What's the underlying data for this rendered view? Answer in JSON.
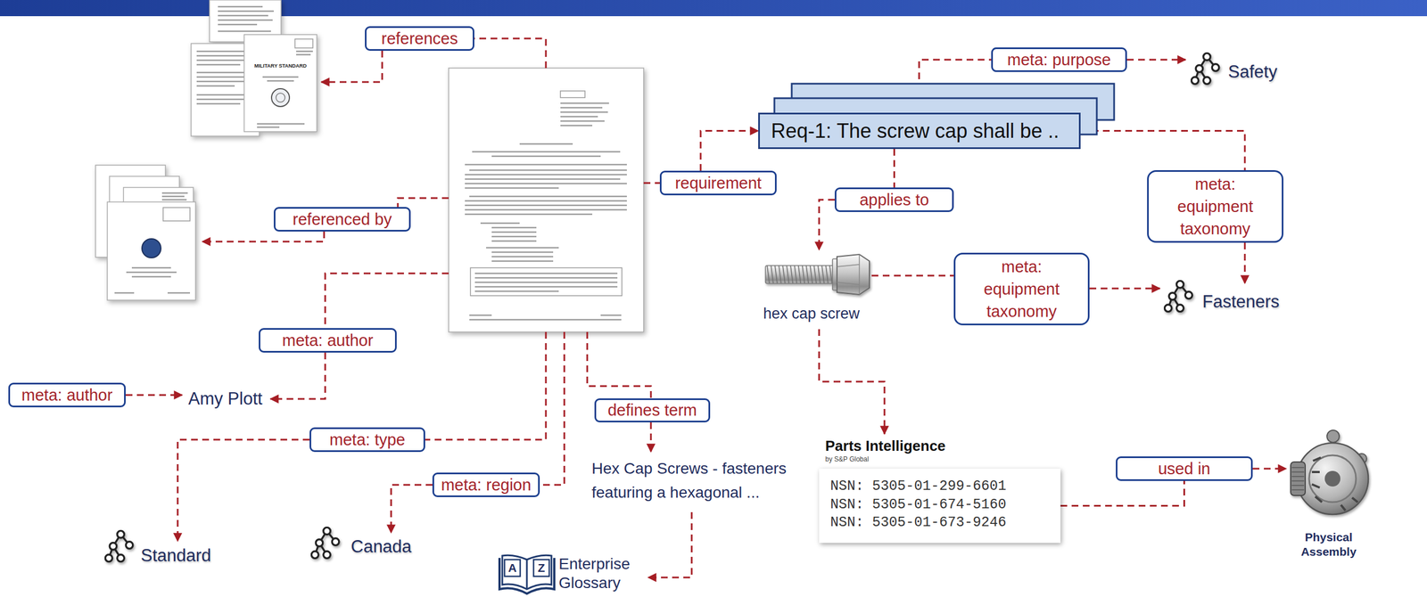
{
  "diagram": {
    "nodes": [
      {
        "text": [
          "references"
        ]
      },
      {
        "text": [
          "meta: purpose"
        ]
      },
      {
        "text": [
          "Req-1: The screw cap shall be .."
        ]
      },
      {
        "text": [
          "requirement"
        ]
      },
      {
        "text": [
          "applies to"
        ]
      },
      {
        "text": [
          "meta: equipment taxonomy"
        ]
      },
      {
        "text": [
          "referenced by"
        ]
      },
      {
        "text": [
          "meta: equipment taxonomy"
        ]
      },
      {
        "text": [
          "meta: author"
        ]
      },
      {
        "text": [
          "meta: author"
        ]
      },
      {
        "text": [
          "defines term"
        ]
      },
      {
        "text": [
          "meta: type"
        ]
      },
      {
        "text": [
          "Parts Intelligence",
          "by S&P Global",
          "NSN: 5305-01-299-6601",
          "NSN: 5305-01-674-5160",
          "NSN: 5305-01-673-9246"
        ]
      },
      {
        "text": [
          "used in"
        ]
      },
      {
        "text": [
          "meta: region"
        ]
      }
    ],
    "edges": [
      {
        "from": 3,
        "to": 2,
        "arrow": "to"
      },
      {
        "from": 2,
        "to": 4,
        "arrow": "none"
      },
      {
        "from": 2,
        "to": 1,
        "arrow": "none"
      },
      {
        "from": 2,
        "to": 5,
        "arrow": "none"
      },
      {
        "from": 12,
        "to": 13,
        "arrow": "none"
      }
    ],
    "labels": [
      "MILITARY STANDARD",
      "Safety",
      "Fasteners",
      "hex cap screw",
      "Amy Plott",
      "Standard",
      "Canada",
      "Hex Cap Screws - fasteners featuring a hexagonal ...",
      "A",
      "Z",
      "Enterprise Glossary",
      "Physical Assembly"
    ]
  }
}
